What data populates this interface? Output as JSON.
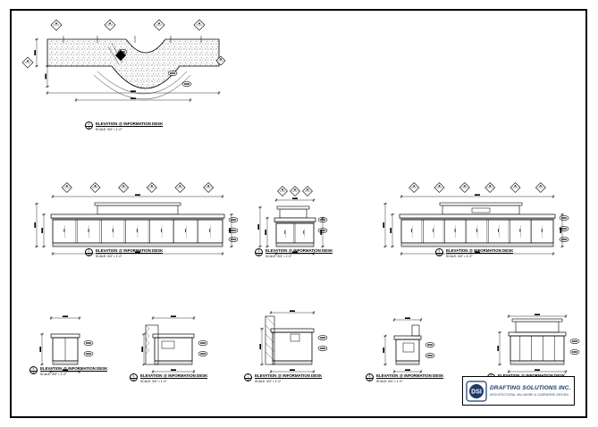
{
  "sheet": {
    "views": [
      {
        "label": "ELEVATION @ INFORMATION DESK",
        "scale": "SCALE: 3/4\" = 1'-0\"",
        "num": "1",
        "sheet": "A"
      },
      {
        "label": "ELEVATION @ INFORMATION DESK",
        "scale": "SCALE: 3/4\" = 1'-0\"",
        "num": "2",
        "sheet": "A"
      },
      {
        "label": "ELEVATION @ INFORMATION DESK",
        "scale": "SCALE: 3/4\" = 1'-0\"",
        "num": "3",
        "sheet": "A"
      },
      {
        "label": "ELEVATION @ INFORMATION DESK",
        "scale": "SCALE: 3/4\" = 1'-0\"",
        "num": "4",
        "sheet": "A"
      },
      {
        "label": "ELEVATION @ INFORMATION DESK",
        "scale": "SCALE: 3/4\" = 1'-0\"",
        "num": "5",
        "sheet": "A"
      },
      {
        "label": "ELEVATION @ INFORMATION DESK",
        "scale": "SCALE: 3/4\" = 1'-0\"",
        "num": "6",
        "sheet": "A"
      },
      {
        "label": "ELEVATION @ INFORMATION DESK",
        "scale": "SCALE: 3/4\" = 1'-0\"",
        "num": "7",
        "sheet": "A"
      },
      {
        "label": "ELEVATION @ INFORMATION DESK",
        "scale": "SCALE: 3/4\" = 1'-0\"",
        "num": "8",
        "sheet": "A"
      },
      {
        "label": "ELEVATION @ INFORMATION DESK",
        "scale": "SCALE: 3/4\" = 1'-0\"",
        "num": "9",
        "sheet": "A"
      }
    ]
  },
  "title_block": {
    "company": "DRAFTING SOLUTIONS INC.",
    "tagline": "ARCHITECTURAL MILLWORK & CASEWORK DESIGN",
    "logo_text": "DSI",
    "brand_color": "#1b3a6b"
  }
}
